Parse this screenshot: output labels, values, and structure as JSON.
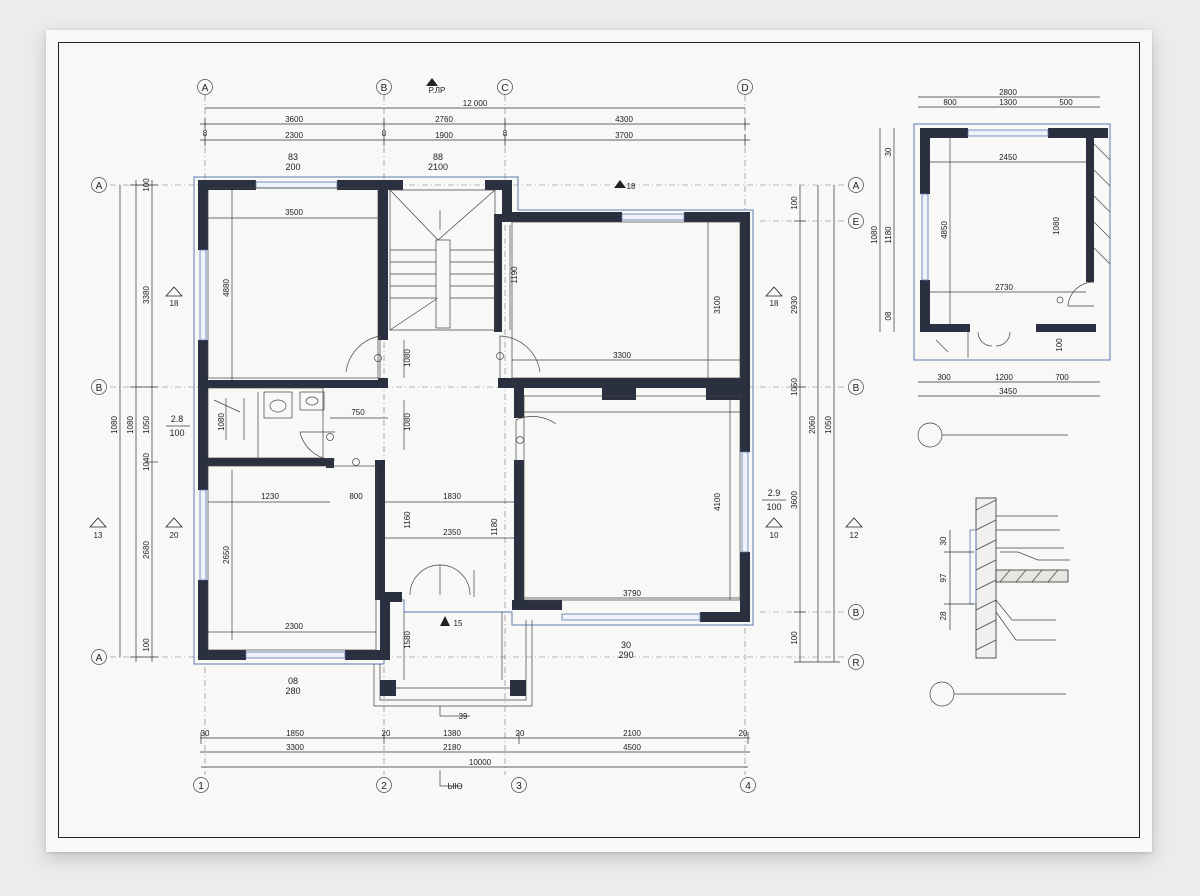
{
  "grid_letters": {
    "top": [
      "A",
      "B",
      "C",
      "D"
    ],
    "left": [
      "A",
      "B",
      "A"
    ],
    "right": [
      "A",
      "E",
      "B",
      "B",
      "R"
    ]
  },
  "grid_numbers": {
    "bottom": [
      "1",
      "2",
      "3",
      "4"
    ]
  },
  "dims_top": {
    "overall": "12 000",
    "row1": [
      "3600",
      "2760",
      "4300"
    ],
    "row2": [
      "2300",
      "1900",
      "3700"
    ],
    "ticks": [
      "8",
      "8",
      "8"
    ],
    "labels_a": [
      "83",
      "200"
    ],
    "labels_b": [
      "88",
      "2100"
    ]
  },
  "dims_bottom": {
    "row1": [
      "30",
      "1850",
      "20",
      "1380",
      "20",
      "2100",
      "20"
    ],
    "row2": [
      "3300",
      "2180",
      "4500"
    ],
    "overall": "10000"
  },
  "dims_left": [
    "3380",
    "1050",
    "1040",
    "2680",
    "100",
    "100"
  ],
  "dims_left_outer": [
    "1080",
    "1080"
  ],
  "dims_right": [
    "100",
    "2930",
    "3600",
    "1050",
    "100"
  ],
  "dims_right_outer": [
    "2060",
    "1050"
  ],
  "rooms": {
    "r1_width": "3500",
    "r1_height": "4880",
    "stair_h": "1190",
    "r2_height": "1080",
    "r2_side": "3100",
    "r2_width": "3300",
    "hall_gap": "750",
    "hall_h": "1080",
    "r3_width": "1230",
    "r3_note": "800",
    "r3_height": "2650",
    "r3_bottom": "2300",
    "center_1": "1830",
    "center_2": "2350",
    "center_v1": "1160",
    "center_v2": "1180",
    "r4_height": "4100",
    "r4_width": "3790",
    "porch": "1580",
    "bath_gap": "1080"
  },
  "section_marks": {
    "top": "Р.ЛР",
    "top_right": "18",
    "left_upper": "18",
    "right_upper": "18",
    "left_lower": "13",
    "mid_lower": "20",
    "right_mid": "10",
    "right_lower": "12",
    "porch": "15",
    "bottom": "39",
    "bottom_axis": "ЫЮ"
  },
  "level_marks": {
    "left": [
      "2.8",
      "100"
    ],
    "right": [
      "2.9",
      "100"
    ],
    "bottom": [
      "30",
      "290"
    ],
    "left_bottom": [
      "08",
      "280"
    ]
  },
  "detail": {
    "top": "2800",
    "top_row": [
      "800",
      "1300",
      "500"
    ],
    "inner_w": "2450",
    "inner_h": "4850",
    "inner_v": "1080",
    "left_v": [
      "1180",
      "1080"
    ],
    "left_small": [
      "30",
      "08"
    ],
    "inner_bottom": "2730",
    "bottom_row": [
      "300",
      "1200",
      "700"
    ],
    "bottom_total": "3450",
    "right_small": "100"
  },
  "section_detail": {
    "labels": [
      "30",
      "97",
      "28"
    ]
  }
}
